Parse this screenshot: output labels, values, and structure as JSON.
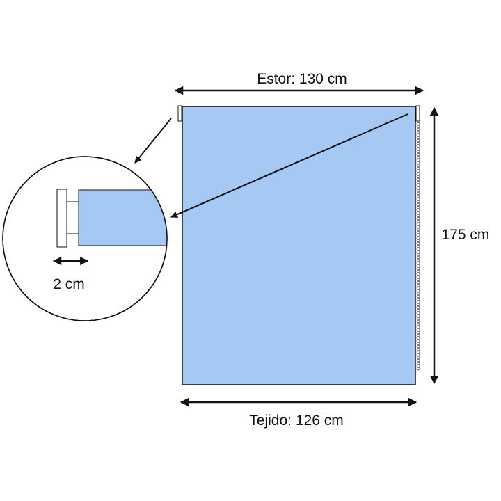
{
  "labels": {
    "estor_width": "Estor: 130 cm",
    "height": "175 cm",
    "fabric_width": "Tejido:  126 cm",
    "bracket_depth": "2 cm"
  },
  "colors": {
    "fabric": "#a6c9f4",
    "stroke": "#111111"
  }
}
